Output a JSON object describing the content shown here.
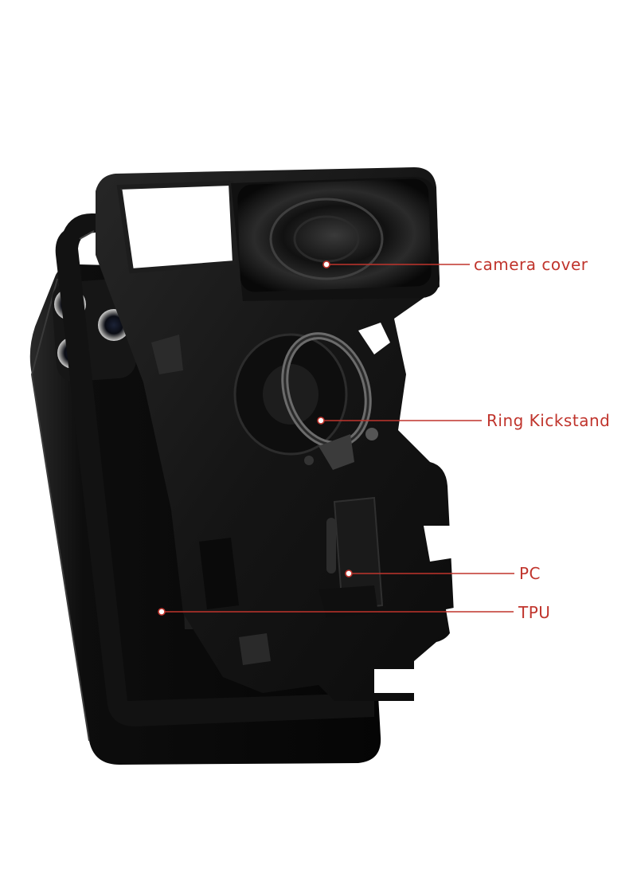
{
  "colors": {
    "background": "#ffffff",
    "callout": "#c0342c",
    "case": "#161616",
    "phone": "#0b0b0b"
  },
  "callouts": [
    {
      "id": "camera",
      "text": "camera cover"
    },
    {
      "id": "ring",
      "text": "Ring Kickstand"
    },
    {
      "id": "pc",
      "text": "PC"
    },
    {
      "id": "tpu",
      "text": "TPU"
    }
  ]
}
